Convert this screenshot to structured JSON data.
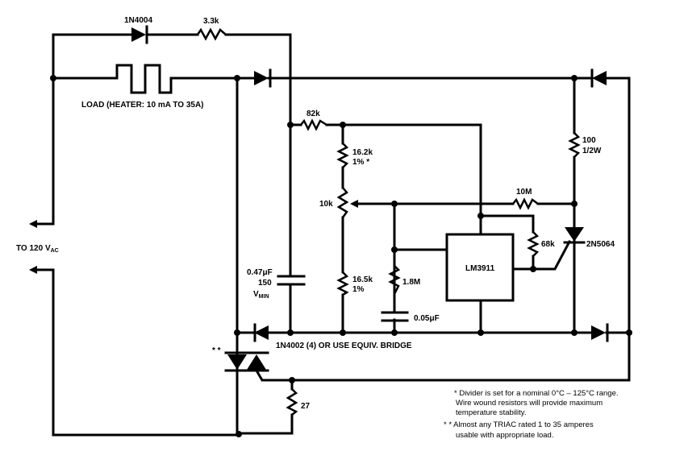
{
  "title": "LM3911 temperature controller driving a TRIAC-switched heater load",
  "components": {
    "d_top": {
      "label": "1N4004"
    },
    "r_top": {
      "label": "3.3k"
    },
    "load": {
      "label": "LOAD (HEATER: 10 mA TO 35A)"
    },
    "r82k": {
      "label": "82k"
    },
    "r16_2k": {
      "label_1": "16.2k",
      "label_2": "1% *"
    },
    "pot10k": {
      "label": "10k"
    },
    "r16_5k": {
      "label_1": "16.5k",
      "label_2": "1%"
    },
    "r1_8m": {
      "label": "1.8M"
    },
    "c005": {
      "label": "0.05μF"
    },
    "cap047": {
      "label_1": "0.47μF",
      "label_2": "150",
      "label_3": "V",
      "label_3_sub": "MIN"
    },
    "ic": {
      "label": "LM3911"
    },
    "r10m": {
      "label": "10M"
    },
    "r68k": {
      "label": "68k"
    },
    "r100": {
      "label_1": "100",
      "label_2": "1/2W"
    },
    "scr": {
      "label": "2N5064"
    },
    "bridge": {
      "label": "1N4002 (4) OR USE EQUIV. BRIDGE"
    },
    "triac": {
      "label": "* *"
    },
    "r27": {
      "label": "27"
    },
    "supply": {
      "label": "TO 120 V",
      "label_sub": "AC"
    }
  },
  "notes": [
    "* Divider is set for a nominal 0°C – 125°C range.",
    "Wire wound resistors will provide maximum",
    "temperature stability.",
    "* * Almost any TRIAC rated 1 to 35 amperes",
    "usable with appropriate load."
  ]
}
